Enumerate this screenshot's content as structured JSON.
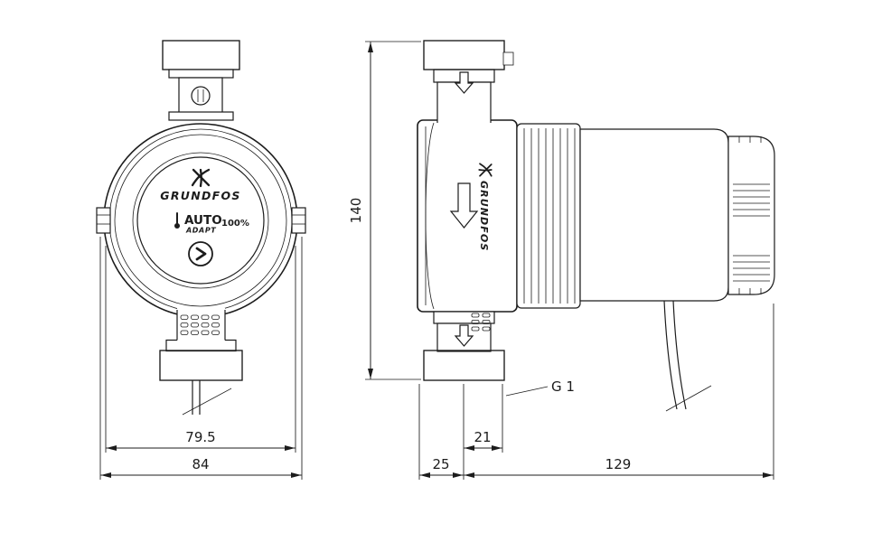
{
  "colors": {
    "line": "#1c1c1c",
    "background": "#ffffff"
  },
  "front_view": {
    "brand": "GRUNDFOS",
    "display": {
      "mode": "AUTO",
      "mode_variant": "ADAPT",
      "percent": "100%"
    },
    "icons": {
      "logo": "grundfos-crown-icon",
      "thermo": "thermometer-icon",
      "button": "chevron-right-icon"
    }
  },
  "side_view": {
    "brand": "GRUNDFOS",
    "thread_label": "G 1",
    "icons": {
      "flow": "flow-arrow-down-icon"
    }
  },
  "dimensions": {
    "overall_height": "140",
    "front_width": "79.5",
    "front_overall_width": "84",
    "inlet_to_center": "25",
    "center_to_union_nut": "21",
    "center_to_motor_end": "129"
  }
}
